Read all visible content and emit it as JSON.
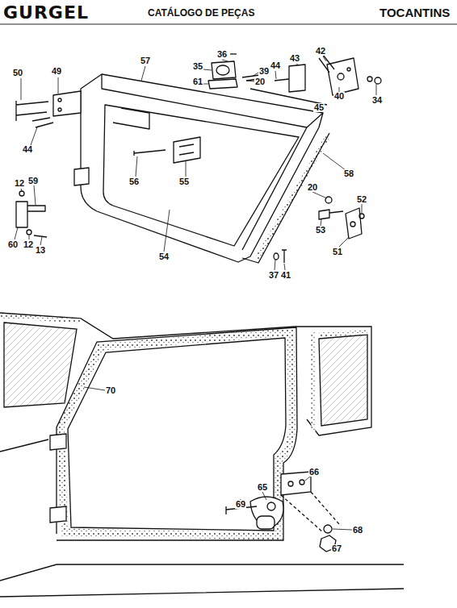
{
  "diagram": {
    "title": "CATÁLOGO DE PEÇAS",
    "labels": [
      "GURGEL",
      "TOCANTINS",
      "50",
      "49",
      "57",
      "36",
      "35",
      "61",
      "39",
      "20",
      "44",
      "43",
      "42",
      "40",
      "34",
      "45",
      "44",
      "56",
      "55",
      "58",
      "12",
      "59",
      "20",
      "52",
      "53",
      "51",
      "54",
      "60",
      "12",
      "13",
      "37",
      "41",
      "70",
      "66",
      "65",
      "69",
      "68",
      "67"
    ]
  }
}
